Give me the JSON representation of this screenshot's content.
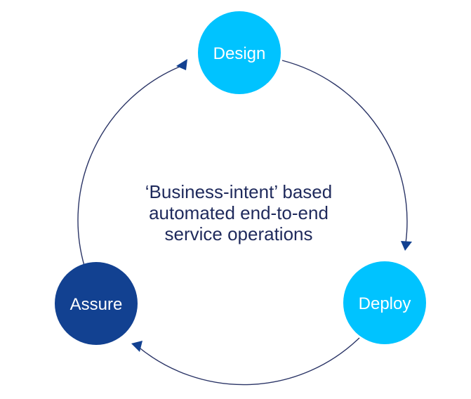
{
  "diagram": {
    "nodes": {
      "design": {
        "label": "Design",
        "color": "#00c3ff"
      },
      "deploy": {
        "label": "Deploy",
        "color": "#00c3ff"
      },
      "assure": {
        "label": "Assure",
        "color": "#124191"
      }
    },
    "center_lines": [
      "‘Business-intent’ based",
      "automated end-to-end",
      "service operations"
    ],
    "colors": {
      "cycle_line": "#2a3466",
      "arrow": "#124191",
      "center_text": "#1f2a5c"
    }
  }
}
